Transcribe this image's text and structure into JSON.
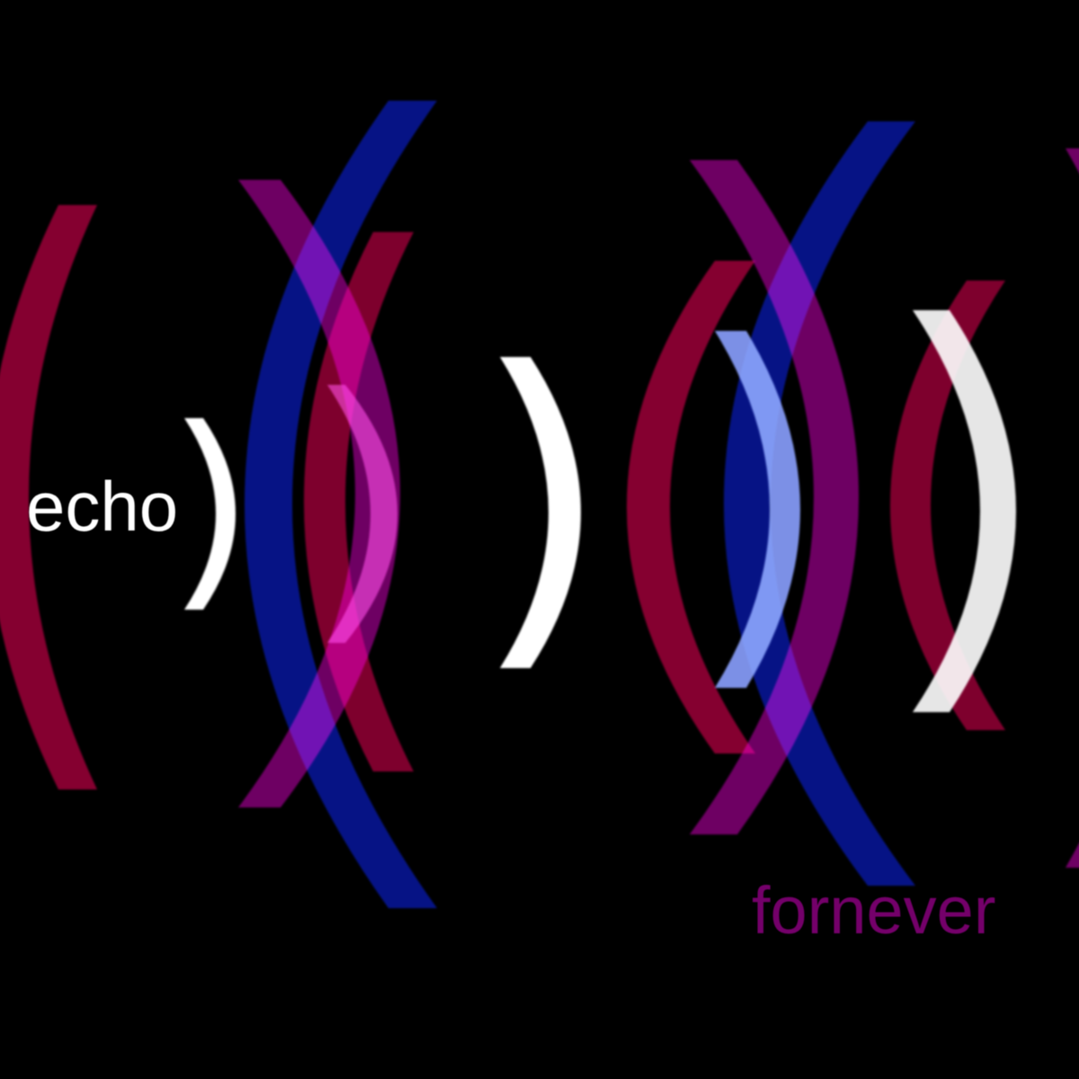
{
  "artwork": {
    "words": {
      "echo": "echo",
      "fornever": "fornever"
    },
    "colors": {
      "background": "#000000",
      "crimson": "#8c0032",
      "purple": "#7a006e",
      "blue": "#06148c",
      "white": "#ffffff",
      "pink": "#c23aa6",
      "pale_blue": "#8aa0ff",
      "fornever_text": "#74006a"
    },
    "motif": "parentheses"
  }
}
